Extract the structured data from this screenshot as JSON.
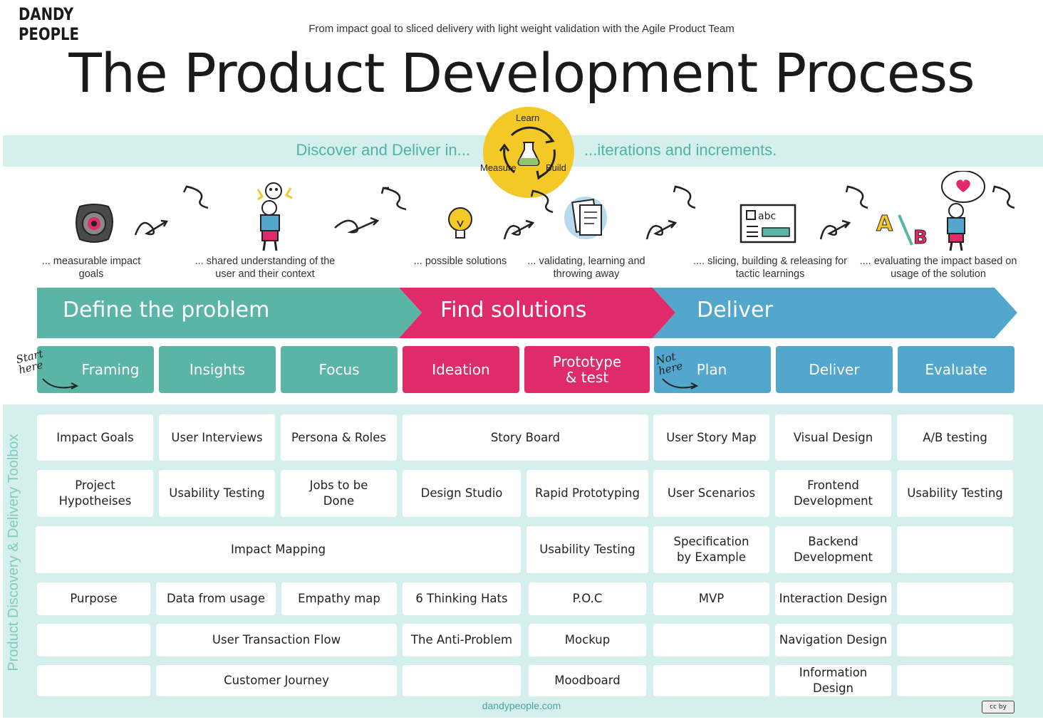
{
  "logo": {
    "line1": "DANDY",
    "line2": "PEOPLE"
  },
  "subtitle": "From impact goal to sliced delivery with light weight validation with the Agile Product Team",
  "title": "The Product Development Process",
  "band": {
    "left": "Discover and Deliver in...",
    "right": "...iterations and increments."
  },
  "cycle": {
    "learn": "Learn",
    "measure": "Measure",
    "build": "Build"
  },
  "captions": [
    "... measurable impact goals",
    "... shared understanding of the user and their context",
    "... possible solutions",
    "... validating, learning and throwing away",
    ".... slicing, building & releasing for tactic learnings",
    ".... evaluating the impact based on usage of the solution"
  ],
  "phases": [
    "Define the problem",
    "Find solutions",
    "Deliver"
  ],
  "steps": [
    "Framing",
    "Insights",
    "Focus",
    "Ideation",
    "Prototype & test",
    "Plan",
    "Deliver",
    "Evaluate"
  ],
  "notes": {
    "start": "Start here",
    "not": "Not here"
  },
  "toolbox_label": "Product Discovery & Delivery Toolbox",
  "cards": [
    "Impact Goals",
    "User Interviews",
    "Persona & Roles",
    "Story Board",
    "User Story Map",
    "Visual Design",
    "A/B testing",
    "Project Hypotheises",
    "Usability Testing",
    "Jobs to be Done",
    "Design Studio",
    "Rapid Prototyping",
    "User Scenarios",
    "Frontend Development",
    "Usability Testing",
    "Impact Mapping",
    "Usability Testing",
    "Specification by Example",
    "Backend Development",
    "Purpose",
    "Data from usage",
    "Empathy map",
    "6 Thinking Hats",
    "P.O.C",
    "MVP",
    "Interaction Design",
    "User Transaction Flow",
    "The Anti-Problem",
    "Mockup",
    "Navigation Design",
    "Customer Journey",
    "Moodboard",
    "Information Design"
  ],
  "footer": "dandypeople.com",
  "license": "cc by",
  "colors": {
    "teal": "#5bb5a6",
    "pink": "#e02b6a",
    "blue": "#53a7cc",
    "band": "#d5efed",
    "yellow": "#f3c927"
  }
}
